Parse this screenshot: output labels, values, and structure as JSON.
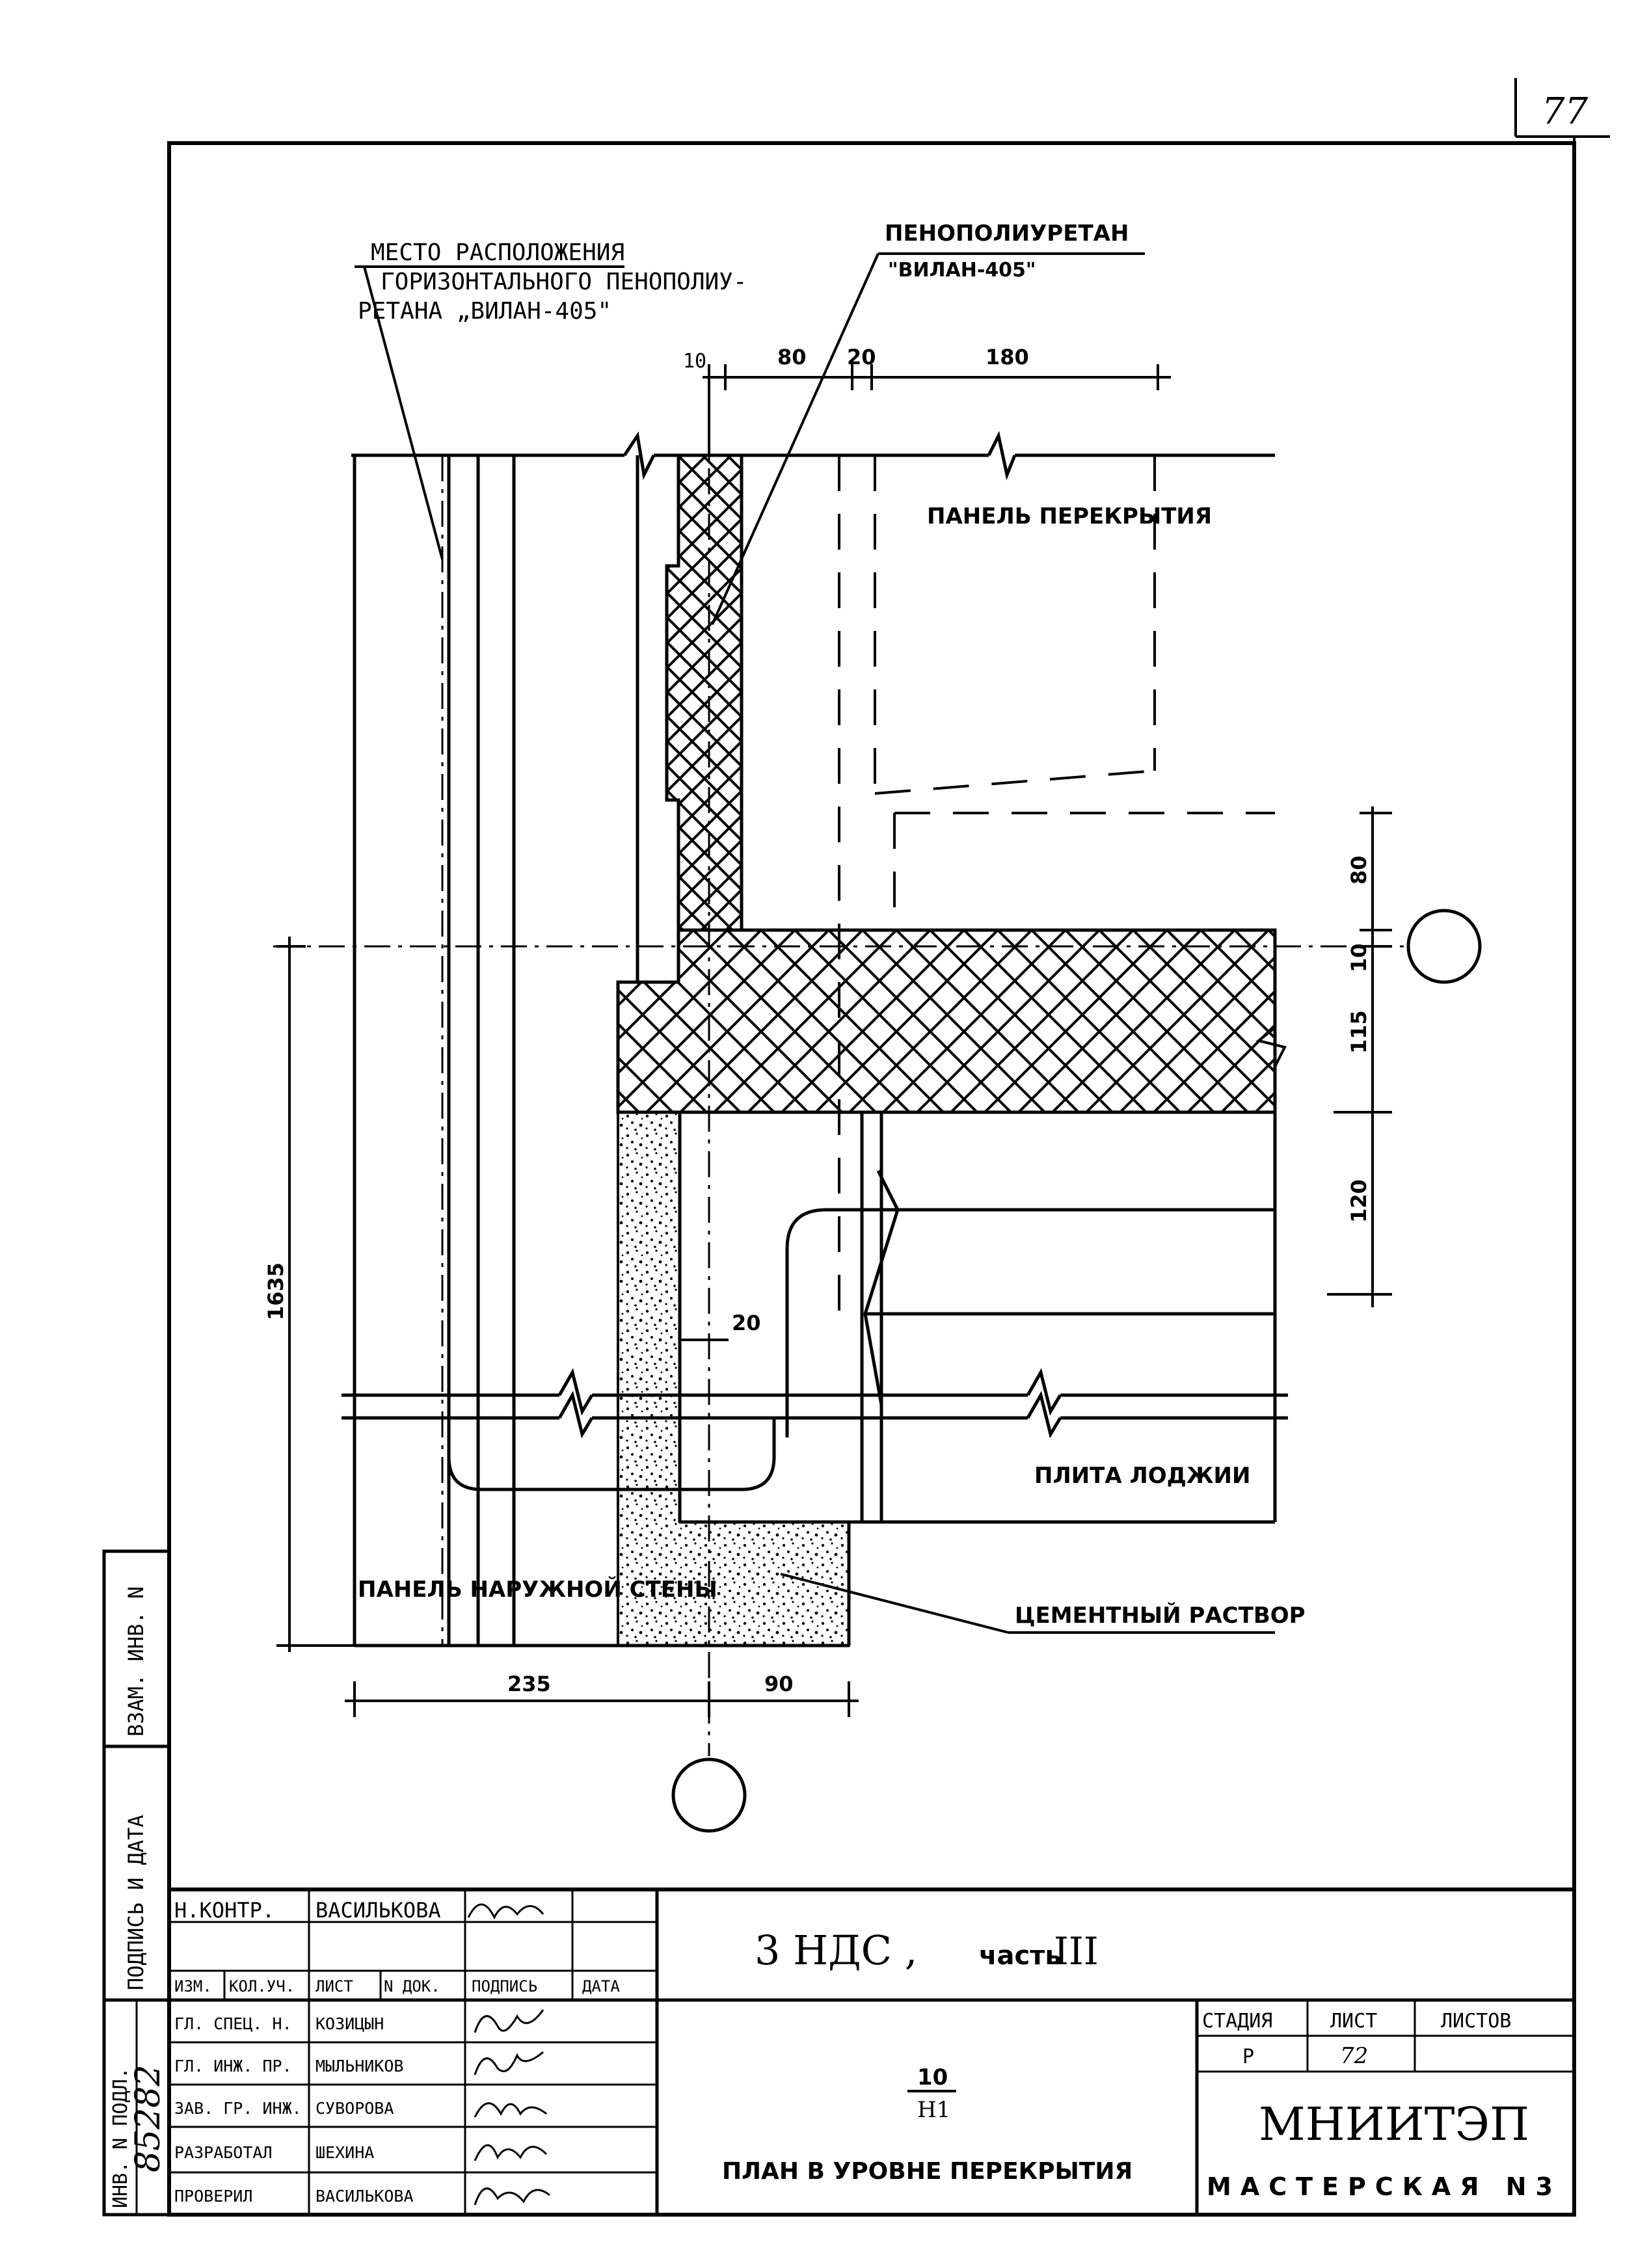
{
  "sheet_corner_number": "77",
  "labels": {
    "location_line1": "МЕСТО РАСПОЛОЖЕНИЯ",
    "location_line2": "ГОРИЗОНТАЛЬНОГО ПЕНОПОЛИУ-",
    "location_line3": "РЕТАНА „ВИЛАН-405\"",
    "foam_line1": "ПЕНОПОЛИУРЕТАН",
    "foam_line2": "\"ВИЛАН-405\"",
    "floor_panel": "ПАНЕЛЬ ПЕРЕКРЫТИЯ",
    "loggia_slab": "ПЛИТА ЛОДЖИИ",
    "outer_wall_panel": "ПАНЕЛЬ НАРУЖНОЙ СТЕНЫ",
    "cement_mortar": "ЦЕМЕНТНЫЙ РАСТВОР"
  },
  "dimensions": {
    "top": [
      "10",
      "80",
      "20",
      "180"
    ],
    "right": [
      "80",
      "10",
      "115",
      "120"
    ],
    "left_total": "1635",
    "inner": "20",
    "bottom": [
      "235",
      "90"
    ]
  },
  "side_stamp": {
    "zone1": "ВЗАМ. ИНВ. N",
    "zone2": "ПОДПИСЬ И ДАТА",
    "zone3": "ИНВ. N ПОДЛ.",
    "inv_number": "85282"
  },
  "title_block": {
    "norm_control_title": "Н.КОНТР.",
    "norm_control_name": "ВАСИЛЬКОВА",
    "headers": [
      "ИЗМ.",
      "КОЛ.УЧ.",
      "ЛИСТ",
      "N ДОК.",
      "ПОДПИСЬ",
      "ДАТА"
    ],
    "roles": [
      "ГЛ. СПЕЦ. Н.",
      "ГЛ. ИНЖ. ПР.",
      "ЗАВ. ГР. ИНЖ.",
      "РАЗРАБОТАЛ",
      "ПРОВЕРИЛ"
    ],
    "names": [
      "КОЗИЦЫН",
      "МЫЛЬНИКОВ",
      "СУВОРОВА",
      "ШЕХИНА",
      "ВАСИЛЬКОВА"
    ],
    "project": "3 НДС ,",
    "part_word": "часть",
    "part_number": "III",
    "node_top": "10",
    "node_bottom": "Н1",
    "sheet_title": "ПЛАН В УРОВНЕ ПЕРЕКРЫТИЯ",
    "stage_header": "СТАДИЯ",
    "sheet_header": "ЛИСТ",
    "sheets_header": "ЛИСТОВ",
    "stage_value": "Р",
    "sheet_value": "72",
    "sheets_value": "",
    "org_name": "МНИИТЭП",
    "workshop": "МАСТЕРСКАЯ N3"
  }
}
